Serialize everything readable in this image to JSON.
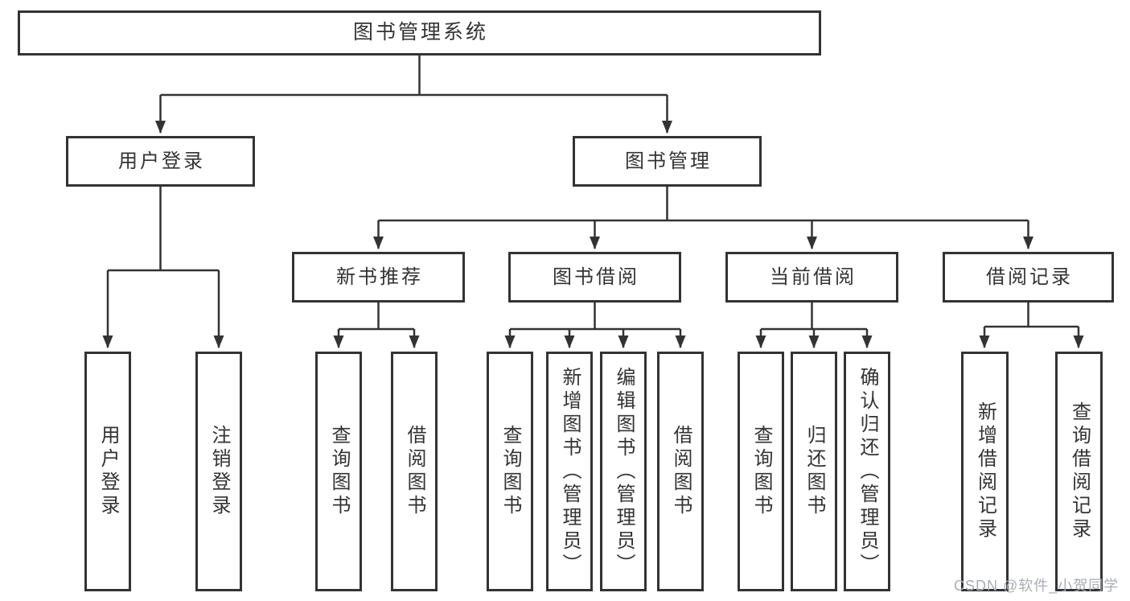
{
  "colors": {
    "line": "#333333",
    "text": "#333333",
    "box_background": "#ffffff",
    "page_background": "#ffffff",
    "watermark": "#a9aeb4"
  },
  "diagram": {
    "root": {
      "label": "图书管理系统"
    },
    "level2": [
      {
        "label": "用户登录"
      },
      {
        "label": "图书管理"
      }
    ],
    "level3": [
      {
        "label": "新书推荐",
        "parent": "图书管理"
      },
      {
        "label": "图书借阅",
        "parent": "图书管理"
      },
      {
        "label": "当前借阅",
        "parent": "图书管理"
      },
      {
        "label": "借阅记录",
        "parent": "图书管理"
      }
    ],
    "leaves": [
      {
        "label": "用户登录",
        "parent": "用户登录"
      },
      {
        "label": "注销登录",
        "parent": "用户登录"
      },
      {
        "label": "查询图书",
        "parent": "新书推荐"
      },
      {
        "label": "借阅图书",
        "parent": "新书推荐"
      },
      {
        "label": "查询图书",
        "parent": "图书借阅"
      },
      {
        "label": "新增图书（管理员）",
        "parent": "图书借阅"
      },
      {
        "label": "编辑图书（管理员）",
        "parent": "图书借阅"
      },
      {
        "label": "借阅图书",
        "parent": "图书借阅"
      },
      {
        "label": "查询图书",
        "parent": "当前借阅"
      },
      {
        "label": "归还图书",
        "parent": "当前借阅"
      },
      {
        "label": "确认归还（管理员）",
        "parent": "当前借阅"
      },
      {
        "label": "新增借阅记录",
        "parent": "借阅记录"
      },
      {
        "label": "查询借阅记录",
        "parent": "借阅记录"
      }
    ],
    "watermark": "CSDN @软件_小贺同学"
  }
}
